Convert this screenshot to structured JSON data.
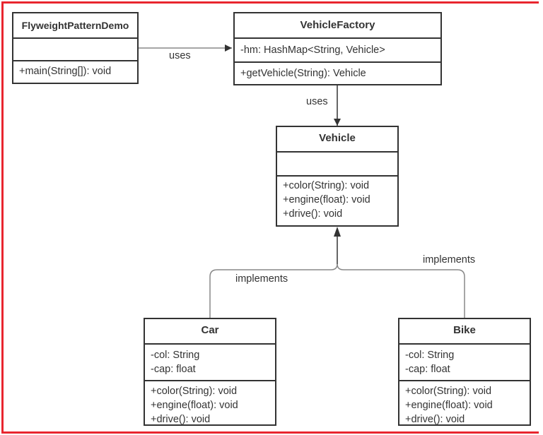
{
  "classes": {
    "demo": {
      "name": "FlyweightPatternDemo",
      "attributes": [],
      "methods": [
        "+main(String[]): void"
      ]
    },
    "factory": {
      "name": "VehicleFactory",
      "attributes": [
        "-hm: HashMap<String, Vehicle>"
      ],
      "methods": [
        "+getVehicle(String): Vehicle"
      ]
    },
    "vehicle": {
      "name": "Vehicle",
      "attributes": [],
      "methods": [
        "+color(String): void",
        "+engine(float): void",
        "+drive(): void"
      ]
    },
    "car": {
      "name": "Car",
      "attributes": [
        "-col: String",
        "-cap: float"
      ],
      "methods": [
        "+color(String): void",
        "+engine(float): void",
        "+drive(): void"
      ]
    },
    "bike": {
      "name": "Bike",
      "attributes": [
        "-col: String",
        "-cap: float"
      ],
      "methods": [
        "+color(String): void",
        "+engine(float): void",
        "+drive(): void"
      ]
    }
  },
  "relations": {
    "demo_factory": "uses",
    "factory_vehicle": "uses",
    "car_vehicle": "implements",
    "bike_vehicle": "implements"
  },
  "colors": {
    "frame": "#e8262f",
    "line": "#333333"
  }
}
